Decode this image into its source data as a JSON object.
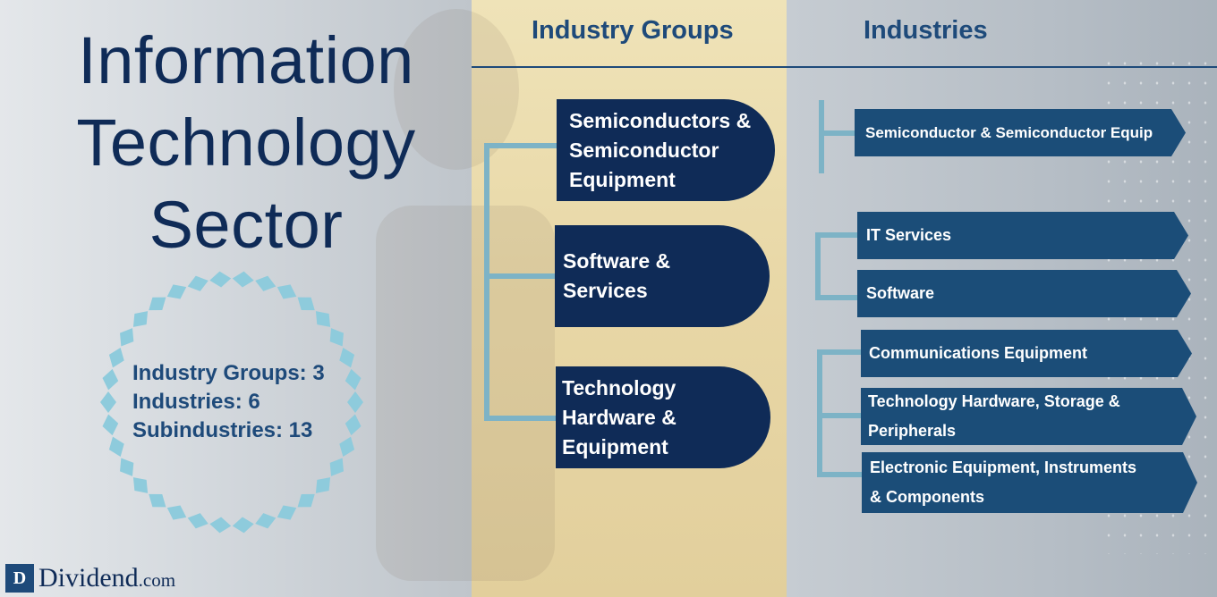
{
  "title_lines": [
    "Information",
    "Technology",
    "Sector"
  ],
  "stats": {
    "line1": "Industry Groups: 3",
    "line2": "Industries: 6",
    "line3": "Subindustries: 13"
  },
  "headers": {
    "groups": "Industry Groups",
    "industries": "Industries"
  },
  "groups": [
    {
      "label": "Semiconductors & Semiconductor Equipment",
      "industries": [
        "Semiconductor & Semiconductor Equip"
      ]
    },
    {
      "label": "Software & Services",
      "industries": [
        "IT Services",
        "Software"
      ]
    },
    {
      "label": "Technology Hardware & Equipment",
      "industries": [
        "Communications Equipment",
        "Technology Hardware, Storage & Peripherals",
        "Electronic Equipment, Instruments & Components"
      ]
    }
  ],
  "logo": {
    "mark": "D",
    "name": "Dividend",
    "domain": ".com"
  },
  "colors": {
    "navy": "#0f2b57",
    "industry_arrow": "#1b4d78",
    "connector": "#7db3c6",
    "accent_band": "#e8d7a6",
    "badge": "#8ecbdc"
  }
}
